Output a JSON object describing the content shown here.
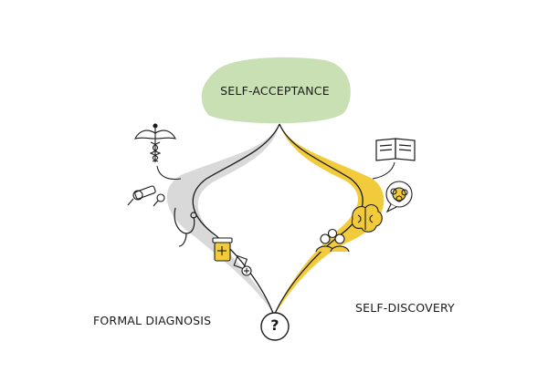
{
  "diagram": {
    "goal": {
      "label": "SELF-ACCEPTANCE",
      "color": "#c8e0b4"
    },
    "left_path": {
      "label": "FORMAL DIAGNOSIS",
      "color": "#d9d9d9"
    },
    "right_path": {
      "label": "SELF-DISCOVERY",
      "color": "#f2cb3c"
    },
    "origin": {
      "label": "?"
    },
    "left_icons": [
      "caduceus-icon",
      "blood-draw-icon",
      "stethoscope-icon",
      "pill-bottle-icon",
      "pills-icon"
    ],
    "right_icons": [
      "open-book-icon",
      "thought-bubble-icon",
      "brain-icon",
      "people-icon"
    ],
    "line_color": "#1a1a1a"
  }
}
